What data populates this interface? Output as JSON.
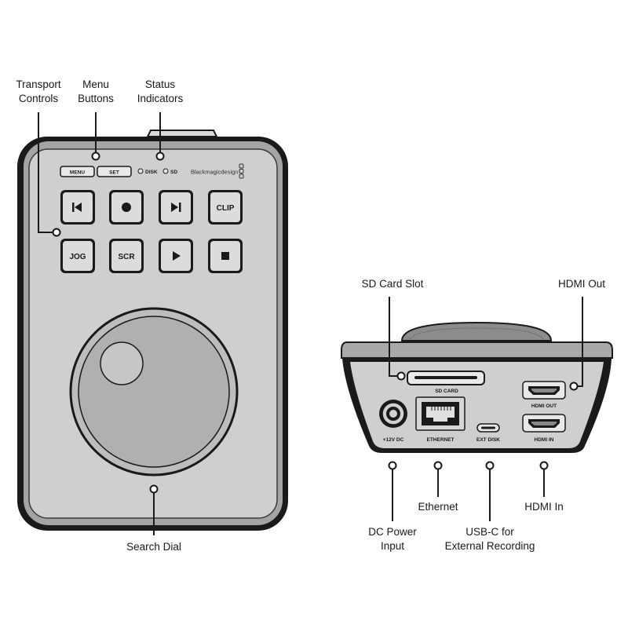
{
  "callouts": {
    "transport_controls": [
      "Transport",
      "Controls"
    ],
    "menu_buttons": [
      "Menu",
      "Buttons"
    ],
    "status_indicators": [
      "Status",
      "Indicators"
    ],
    "search_dial": "Search Dial",
    "sd_card_slot": "SD Card Slot",
    "hdmi_out": "HDMI Out",
    "dc_power_input": [
      "DC Power",
      "Input"
    ],
    "ethernet": "Ethernet",
    "usb_c": [
      "USB-C for",
      "External Recording"
    ],
    "hdmi_in": "HDMI In"
  },
  "panel": {
    "menu_btn": "MENU",
    "set_btn": "SET",
    "disk_led": "DISK",
    "sd_led": "SD",
    "brand": "Blackmagicdesign",
    "keys": {
      "prev_icon": "skip-back-icon",
      "record_icon": "record-icon",
      "next_icon": "skip-forward-icon",
      "clip": "CLIP",
      "jog": "JOG",
      "scr": "SCR",
      "play_icon": "play-icon",
      "stop_icon": "stop-icon"
    }
  },
  "rear": {
    "sd_card": "SD CARD",
    "hdmi_out": "HDMI OUT",
    "dc": "+12V DC",
    "ethernet": "ETHERNET",
    "ext_disk": "EXT DISK",
    "hdmi_in": "HDMI IN"
  }
}
